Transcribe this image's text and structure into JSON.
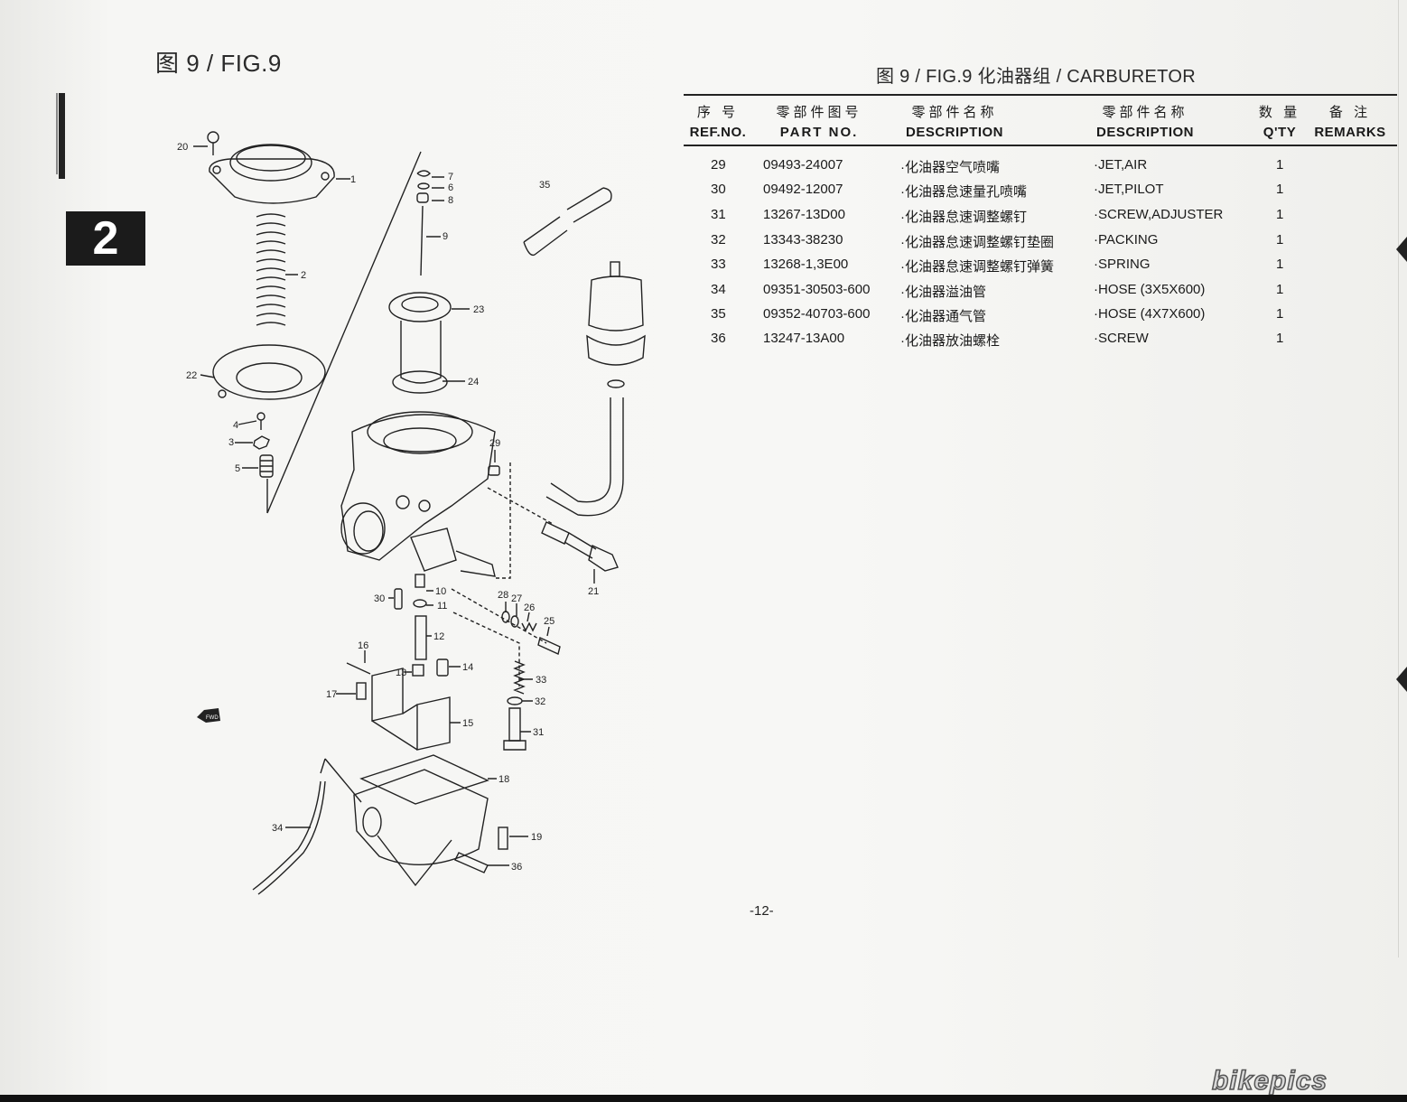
{
  "chapter_tab": "2",
  "fig_title_left": "图 9 / FIG.9",
  "fig_title_right": "图 9 / FIG.9   化油器组 / CARBURETOR",
  "table": {
    "headers": {
      "ref_cn": "序 号",
      "ref_en": "REF.NO.",
      "part_cn": "零部件图号",
      "part_en": "PART NO.",
      "desc_cn_cn": "零部件名称",
      "desc_cn_en": "DESCRIPTION",
      "desc_en_cn": "零部件名称",
      "desc_en_en": "DESCRIPTION",
      "qty_cn": "数 量",
      "qty_en": "Q'TY",
      "remarks_cn": "备 注",
      "remarks_en": "REMARKS"
    },
    "rows": [
      {
        "ref": "29",
        "part": "09493-24007",
        "desc_cn": "·化油器空气喷嘴",
        "desc_en": "·JET,AIR",
        "qty": "1"
      },
      {
        "ref": "30",
        "part": "09492-12007",
        "desc_cn": "·化油器怠速量孔喷嘴",
        "desc_en": "·JET,PILOT",
        "qty": "1"
      },
      {
        "ref": "31",
        "part": "13267-13D00",
        "desc_cn": "·化油器怠速调整螺钉",
        "desc_en": "·SCREW,ADJUSTER",
        "qty": "1"
      },
      {
        "ref": "32",
        "part": "13343-38230",
        "desc_cn": "·化油器怠速调整螺钉垫圈",
        "desc_en": "·PACKING",
        "qty": "1"
      },
      {
        "ref": "33",
        "part": "13268-1,3E00",
        "desc_cn": "·化油器怠速调整螺钉弹簧",
        "desc_en": "·SPRING",
        "qty": "1"
      },
      {
        "ref": "34",
        "part": "09351-30503-600",
        "desc_cn": "·化油器溢油管",
        "desc_en": "·HOSE (3X5X600)",
        "qty": "1"
      },
      {
        "ref": "35",
        "part": "09352-40703-600",
        "desc_cn": "·化油器通气管",
        "desc_en": "·HOSE (4X7X600)",
        "qty": "1"
      },
      {
        "ref": "36",
        "part": "13247-13A00",
        "desc_cn": "·化油器放油螺栓",
        "desc_en": "·SCREW",
        "qty": "1"
      }
    ]
  },
  "diagram_labels": {
    "l1": "1",
    "l2": "2",
    "l3": "3",
    "l4": "4",
    "l5": "5",
    "l6": "6",
    "l7": "7",
    "l8": "8",
    "l9": "9",
    "l10": "10",
    "l11": "11",
    "l12": "12",
    "l13": "13",
    "l14": "14",
    "l15": "15",
    "l16": "16",
    "l17": "17",
    "l18": "18",
    "l19": "19",
    "l20": "20",
    "l21": "21",
    "l22": "22",
    "l23": "23",
    "l24": "24",
    "l25": "25",
    "l26": "26",
    "l27": "27",
    "l28": "28",
    "l29": "29",
    "l30": "30",
    "l31": "31",
    "l32": "32",
    "l33": "33",
    "l34": "34",
    "l35": "35",
    "l36": "36",
    "fwd": "FWD"
  },
  "page_number": "-12-",
  "watermark": "bikepics"
}
